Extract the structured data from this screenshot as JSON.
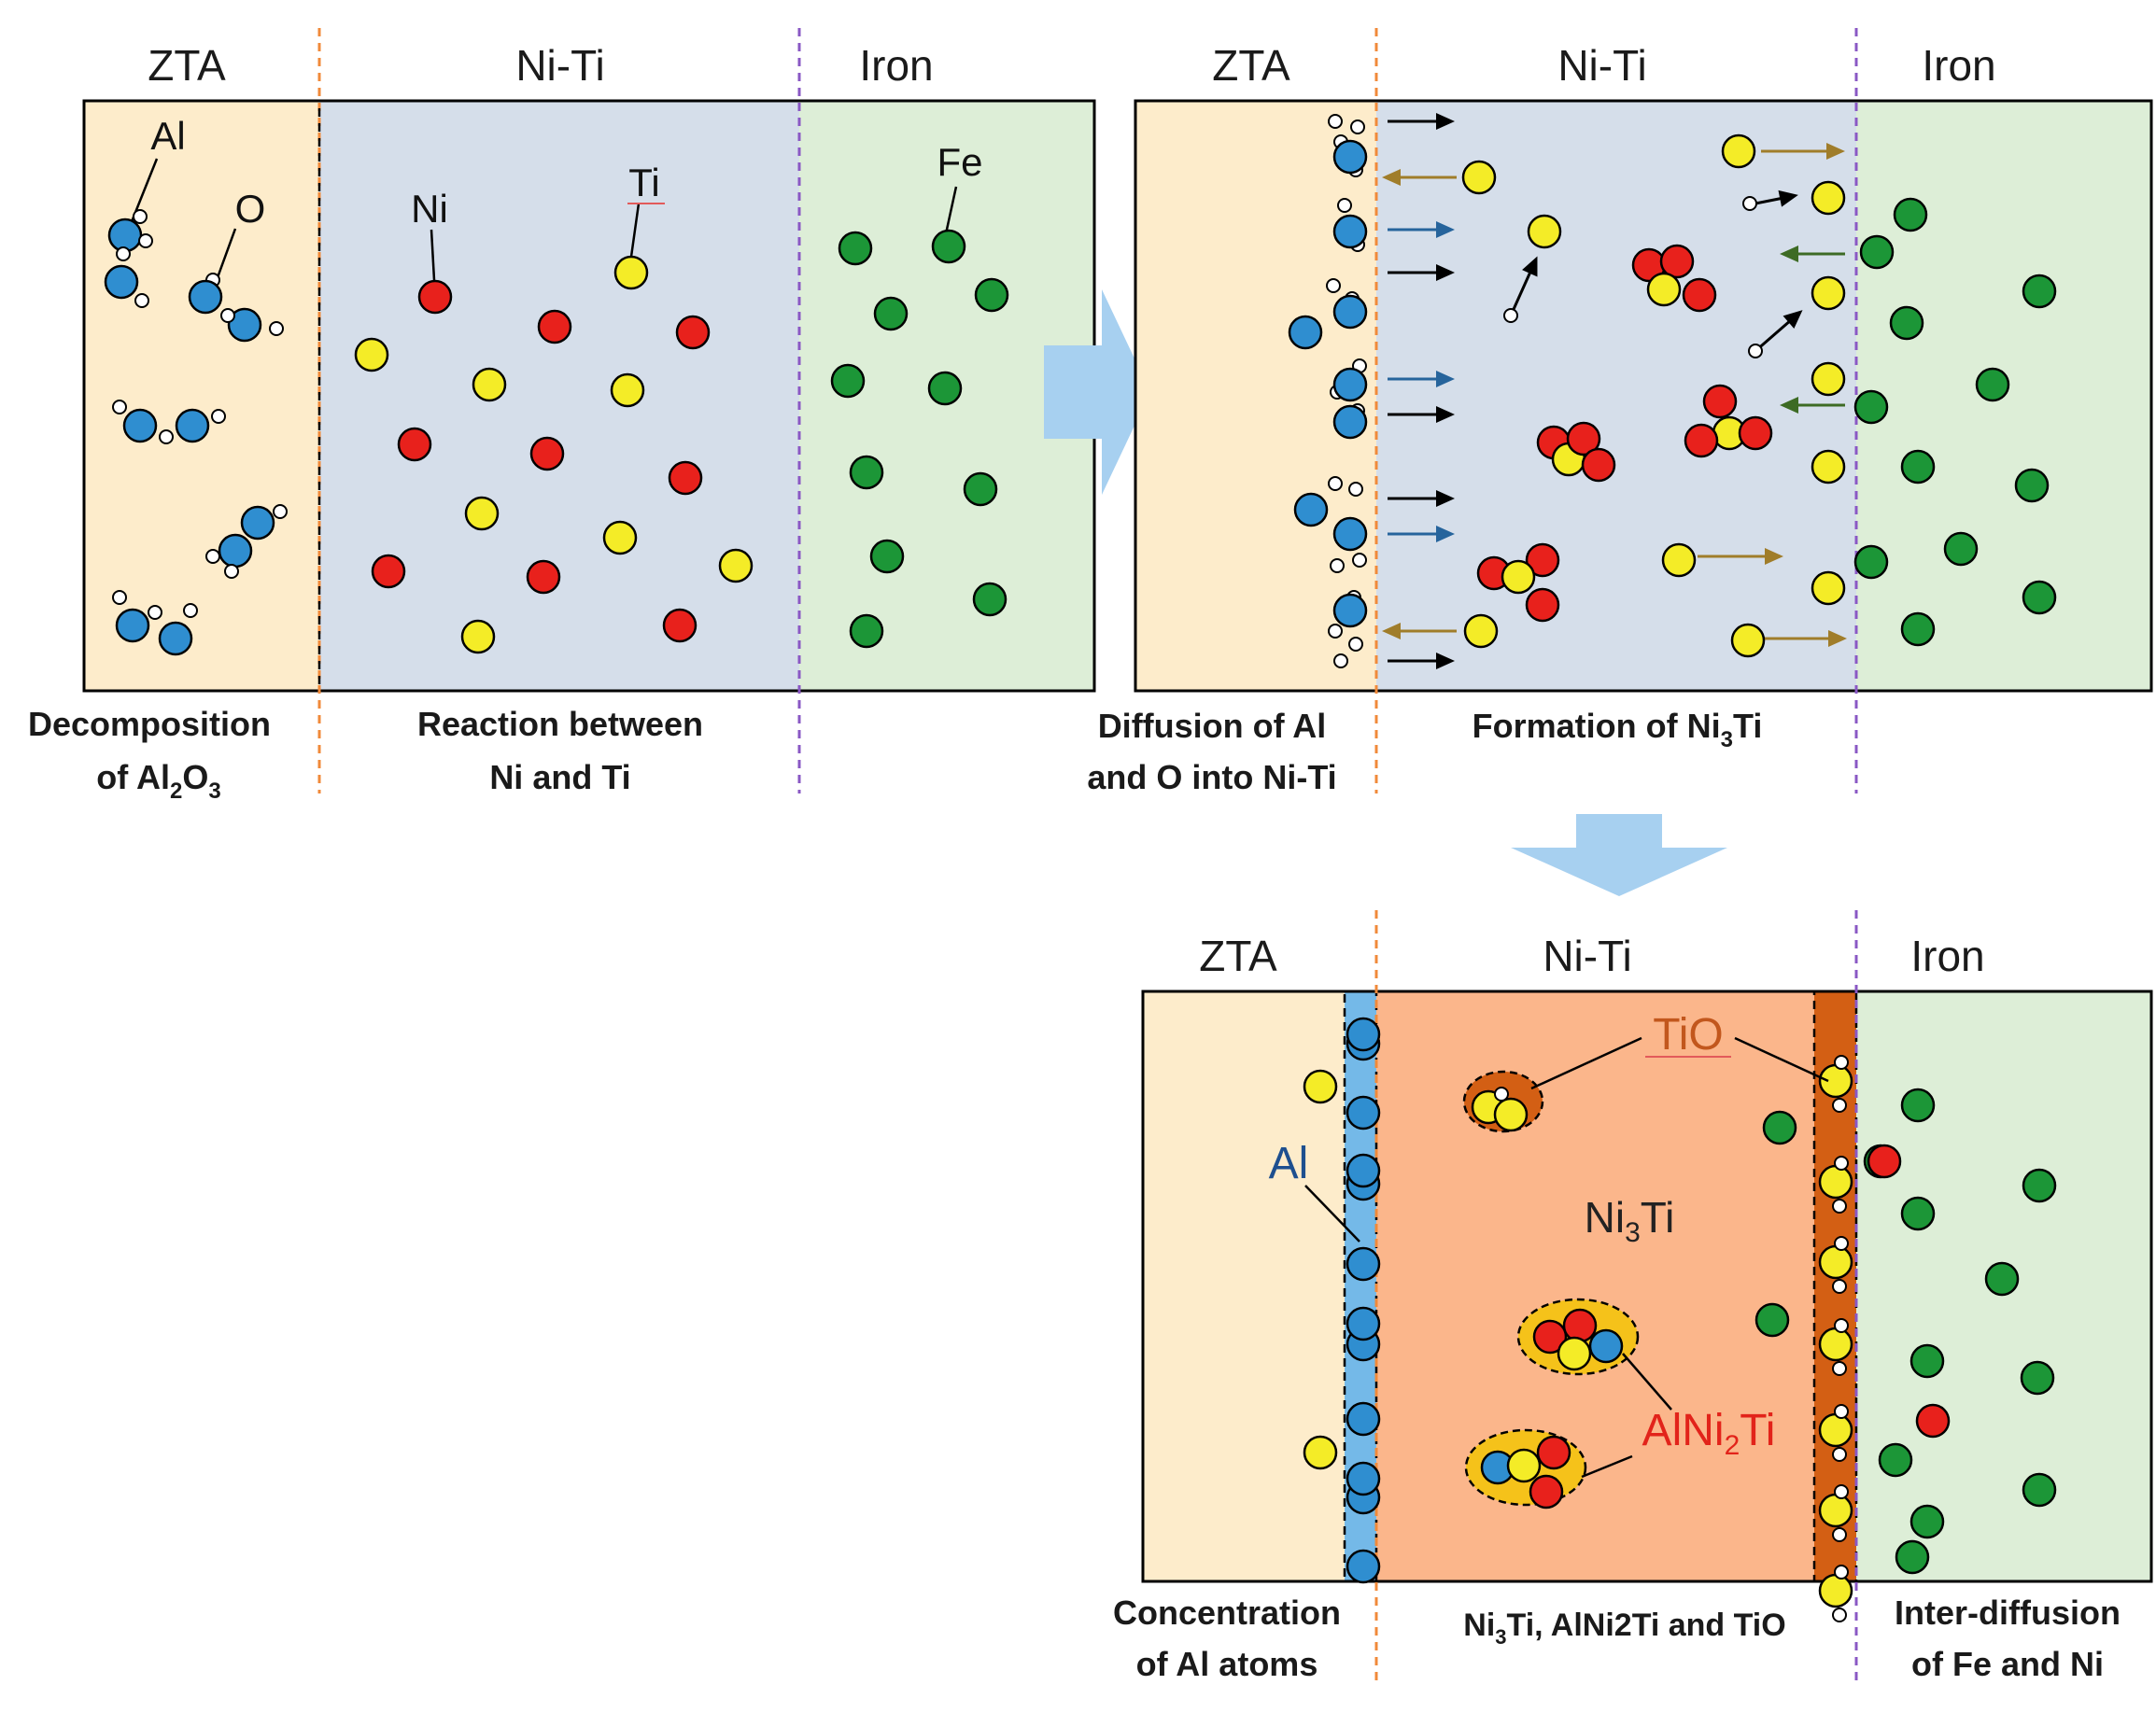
{
  "colors": {
    "ztaFill": "#fdeccb",
    "niTiFill": "#d5deea",
    "ironFill": "#ddeed7",
    "ni3tiFill": "#fbb68b",
    "aluminaLayer": "#74b9e8",
    "tioLayer": "#d35f14",
    "al": "#2f8ed0",
    "ni": "#e8211c",
    "ti": "#f4ec27",
    "fe": "#1c9637",
    "o": "#ffffff",
    "arrowArrow": "#000000",
    "arrowTi": "#a07d2a",
    "arrowAl": "#26649c",
    "arrowFe": "#3d6b24",
    "bigArrow": "#a7d0f0",
    "orangeDivider": "#f08a3a",
    "purpleDivider": "#8a58c4",
    "labelAl": "#1e4f8f",
    "labelTiO": "#c2571d",
    "labelAlNi2Ti": "#e2231a"
  },
  "panel1": {
    "headers": {
      "zta": "ZTA",
      "niti": "Ni-Ti",
      "iron": "Iron"
    },
    "atomLabels": {
      "al": "Al",
      "o": "O",
      "ni": "Ni",
      "ti": "Ti",
      "fe": "Fe"
    },
    "captions": {
      "left": [
        "Decomposition",
        "of Al",
        "2",
        "O",
        "3"
      ],
      "middle": [
        "Reaction between",
        "Ni and Ti"
      ]
    }
  },
  "panel2": {
    "headers": {
      "zta": "ZTA",
      "niti": "Ni-Ti",
      "iron": "Iron"
    },
    "captions": {
      "left": [
        "Diffusion of Al",
        "and O into Ni-Ti"
      ],
      "middle": [
        "Formation of Ni",
        "3",
        "Ti"
      ]
    }
  },
  "panel3": {
    "headers": {
      "zta": "ZTA",
      "niti": "Ni-Ti",
      "iron": "Iron"
    },
    "labels": {
      "al": "Al",
      "tio": "TiO",
      "ni3ti": [
        "Ni",
        "3",
        "Ti"
      ],
      "alni2ti": [
        "AlNi",
        "2",
        "Ti"
      ]
    },
    "captions": {
      "left": [
        "Concentration",
        "of Al atoms"
      ],
      "middle": "Ni3Ti, AlNi2Ti and TiO",
      "middle_parts": [
        "Ni",
        "3",
        "Ti, AlNi2Ti and TiO"
      ],
      "right": [
        "Inter-diffusion",
        "of Fe and Ni"
      ]
    }
  }
}
